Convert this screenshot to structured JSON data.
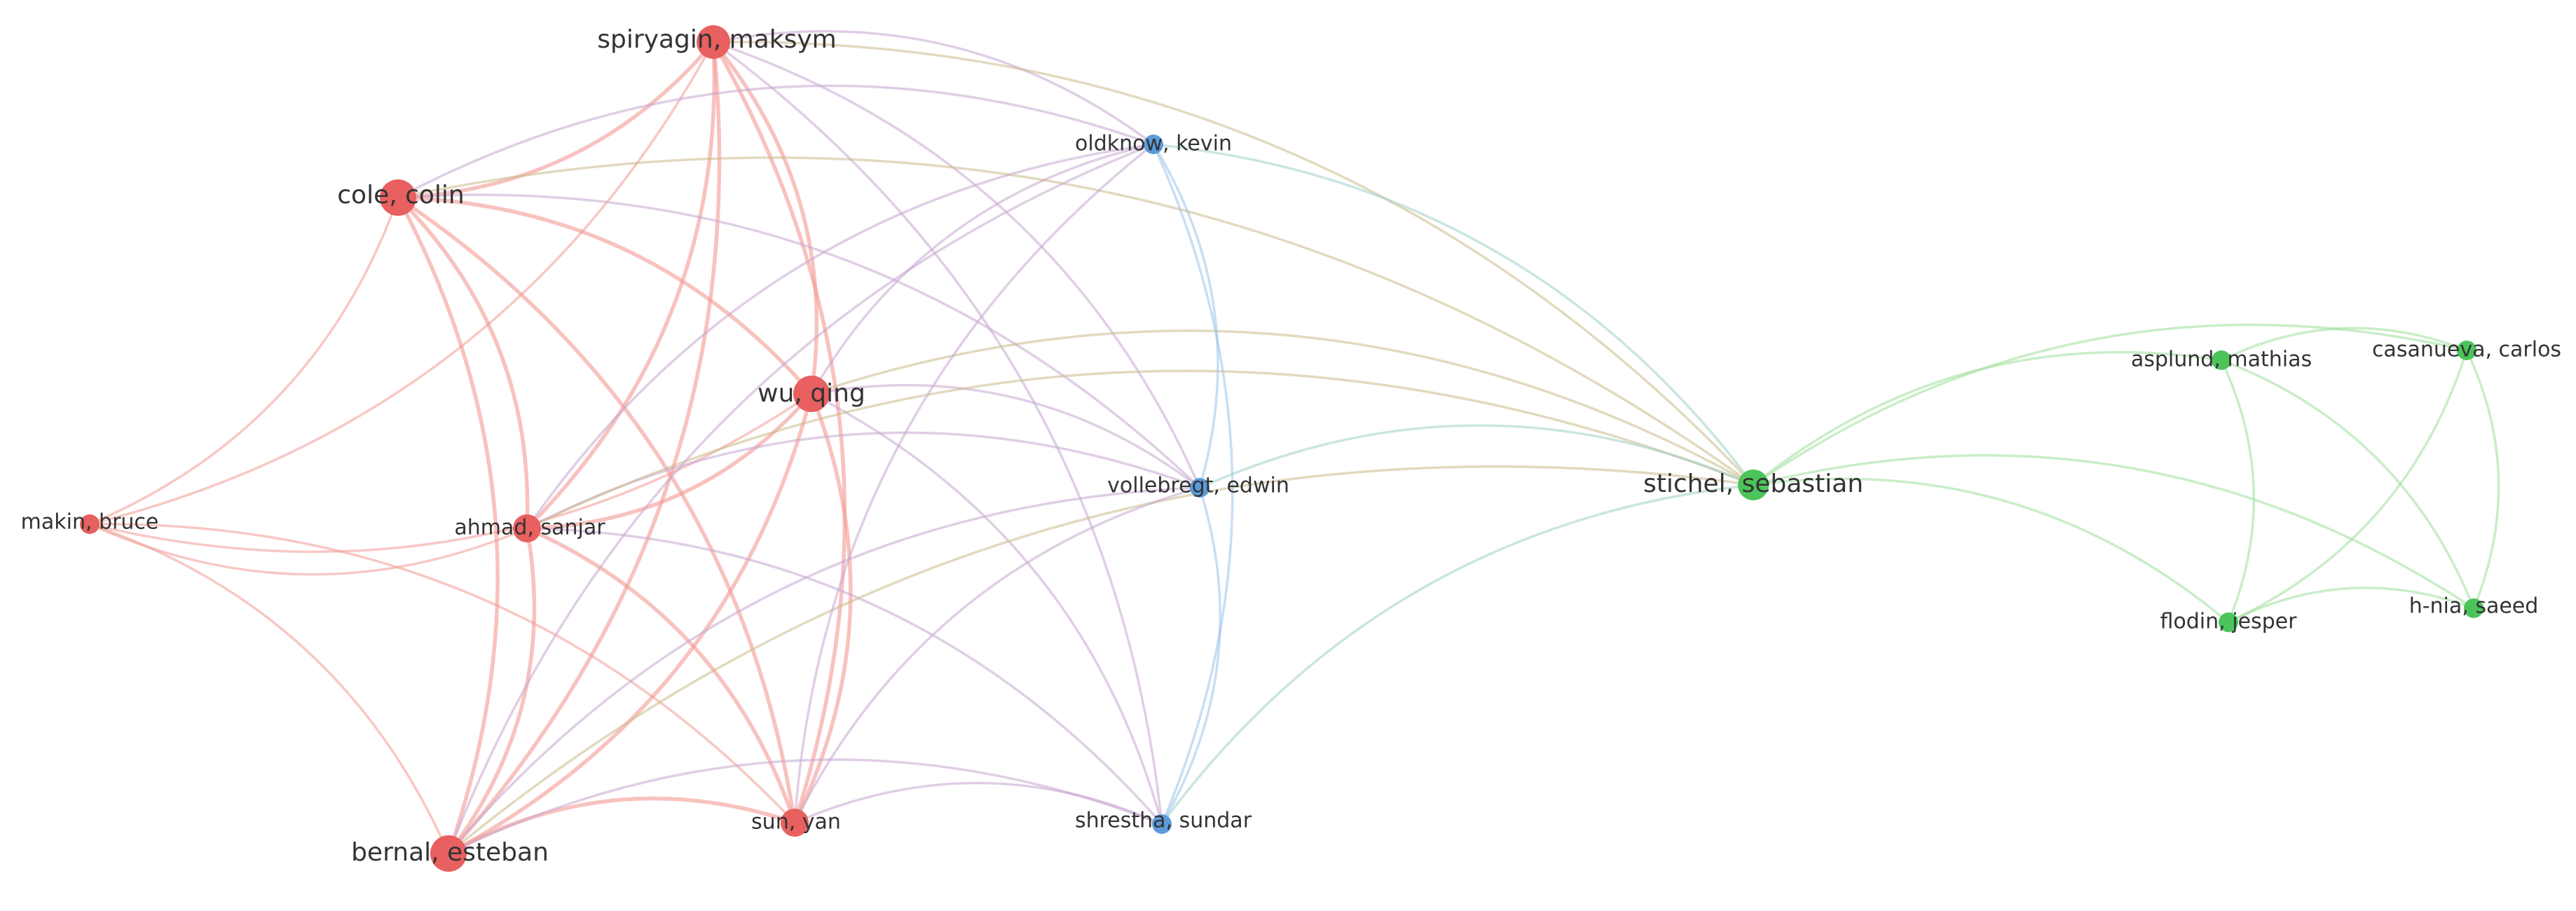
{
  "colors": {
    "red": "#e8605f",
    "blue": "#5b9bd9",
    "green": "#4cc45a",
    "edge_red": "#f39a94",
    "edge_blue": "#9cc3ea",
    "edge_green": "#9ddf9b",
    "edge_mixed_rb": "#c7a6cf",
    "edge_mixed_rg": "#cbb98a",
    "edge_mixed_bg": "#9ed0c4"
  },
  "nodes": [
    {
      "id": "spiryagin",
      "label": "spiryagin, maksym",
      "cluster": "red"
    },
    {
      "id": "cole",
      "label": "cole, colin",
      "cluster": "red"
    },
    {
      "id": "wu",
      "label": "wu, qing",
      "cluster": "red"
    },
    {
      "id": "makin",
      "label": "makin, bruce",
      "cluster": "red"
    },
    {
      "id": "ahmad",
      "label": "ahmad, sanjar",
      "cluster": "red"
    },
    {
      "id": "bernal",
      "label": "bernal, esteban",
      "cluster": "red"
    },
    {
      "id": "sun",
      "label": "sun, yan",
      "cluster": "red"
    },
    {
      "id": "oldknow",
      "label": "oldknow, kevin",
      "cluster": "blue"
    },
    {
      "id": "vollebregt",
      "label": "vollebregt, edwin",
      "cluster": "blue"
    },
    {
      "id": "shrestha",
      "label": "shrestha, sundar",
      "cluster": "blue"
    },
    {
      "id": "stichel",
      "label": "stichel, sebastian",
      "cluster": "green"
    },
    {
      "id": "asplund",
      "label": "asplund, mathias",
      "cluster": "green"
    },
    {
      "id": "casanueva",
      "label": "casanueva, carlos",
      "cluster": "green"
    },
    {
      "id": "flodin",
      "label": "flodin, jesper",
      "cluster": "green"
    },
    {
      "id": "hnia",
      "label": "h-nia, saeed",
      "cluster": "green"
    }
  ],
  "edges": [
    [
      "spiryagin",
      "cole",
      "red",
      1
    ],
    [
      "spiryagin",
      "wu",
      "red",
      1
    ],
    [
      "spiryagin",
      "ahmad",
      "red",
      1
    ],
    [
      "spiryagin",
      "bernal",
      "red",
      1
    ],
    [
      "spiryagin",
      "sun",
      "red",
      1
    ],
    [
      "spiryagin",
      "makin",
      "red",
      0
    ],
    [
      "spiryagin",
      "oldknow",
      "rb",
      0
    ],
    [
      "spiryagin",
      "vollebregt",
      "rb",
      0
    ],
    [
      "spiryagin",
      "shrestha",
      "rb",
      0
    ],
    [
      "spiryagin",
      "stichel",
      "rg",
      0
    ],
    [
      "cole",
      "wu",
      "red",
      1
    ],
    [
      "cole",
      "ahmad",
      "red",
      1
    ],
    [
      "cole",
      "bernal",
      "red",
      1
    ],
    [
      "cole",
      "sun",
      "red",
      1
    ],
    [
      "cole",
      "makin",
      "red",
      0
    ],
    [
      "cole",
      "oldknow",
      "rb",
      0
    ],
    [
      "cole",
      "vollebregt",
      "rb",
      0
    ],
    [
      "cole",
      "stichel",
      "rg",
      0
    ],
    [
      "wu",
      "ahmad",
      "red",
      1
    ],
    [
      "wu",
      "bernal",
      "red",
      1
    ],
    [
      "wu",
      "sun",
      "red",
      1
    ],
    [
      "wu",
      "makin",
      "red",
      0
    ],
    [
      "wu",
      "oldknow",
      "rb",
      0
    ],
    [
      "wu",
      "vollebregt",
      "rb",
      0
    ],
    [
      "wu",
      "shrestha",
      "rb",
      0
    ],
    [
      "wu",
      "stichel",
      "rg",
      0
    ],
    [
      "ahmad",
      "bernal",
      "red",
      1
    ],
    [
      "ahmad",
      "sun",
      "red",
      1
    ],
    [
      "ahmad",
      "makin",
      "red",
      0
    ],
    [
      "ahmad",
      "oldknow",
      "rb",
      0
    ],
    [
      "ahmad",
      "vollebregt",
      "rb",
      0
    ],
    [
      "ahmad",
      "shrestha",
      "rb",
      0
    ],
    [
      "ahmad",
      "stichel",
      "rg",
      0
    ],
    [
      "makin",
      "bernal",
      "red",
      0
    ],
    [
      "makin",
      "sun",
      "red",
      0
    ],
    [
      "bernal",
      "sun",
      "red",
      1
    ],
    [
      "bernal",
      "oldknow",
      "rb",
      0
    ],
    [
      "bernal",
      "vollebregt",
      "rb",
      0
    ],
    [
      "bernal",
      "shrestha",
      "rb",
      0
    ],
    [
      "bernal",
      "stichel",
      "rg",
      0
    ],
    [
      "sun",
      "oldknow",
      "rb",
      0
    ],
    [
      "sun",
      "vollebregt",
      "rb",
      0
    ],
    [
      "sun",
      "shrestha",
      "rb",
      0
    ],
    [
      "oldknow",
      "vollebregt",
      "blue",
      0
    ],
    [
      "oldknow",
      "shrestha",
      "blue",
      0
    ],
    [
      "oldknow",
      "stichel",
      "bg",
      0
    ],
    [
      "vollebregt",
      "shrestha",
      "blue",
      0
    ],
    [
      "vollebregt",
      "stichel",
      "bg",
      0
    ],
    [
      "shrestha",
      "stichel",
      "bg",
      0
    ],
    [
      "stichel",
      "asplund",
      "green",
      0
    ],
    [
      "stichel",
      "casanueva",
      "green",
      0
    ],
    [
      "stichel",
      "flodin",
      "green",
      0
    ],
    [
      "stichel",
      "hnia",
      "green",
      0
    ],
    [
      "asplund",
      "casanueva",
      "green",
      0
    ],
    [
      "asplund",
      "flodin",
      "green",
      0
    ],
    [
      "asplund",
      "hnia",
      "green",
      0
    ],
    [
      "casanueva",
      "flodin",
      "green",
      0
    ],
    [
      "casanueva",
      "hnia",
      "green",
      0
    ],
    [
      "flodin",
      "hnia",
      "green",
      0
    ]
  ]
}
